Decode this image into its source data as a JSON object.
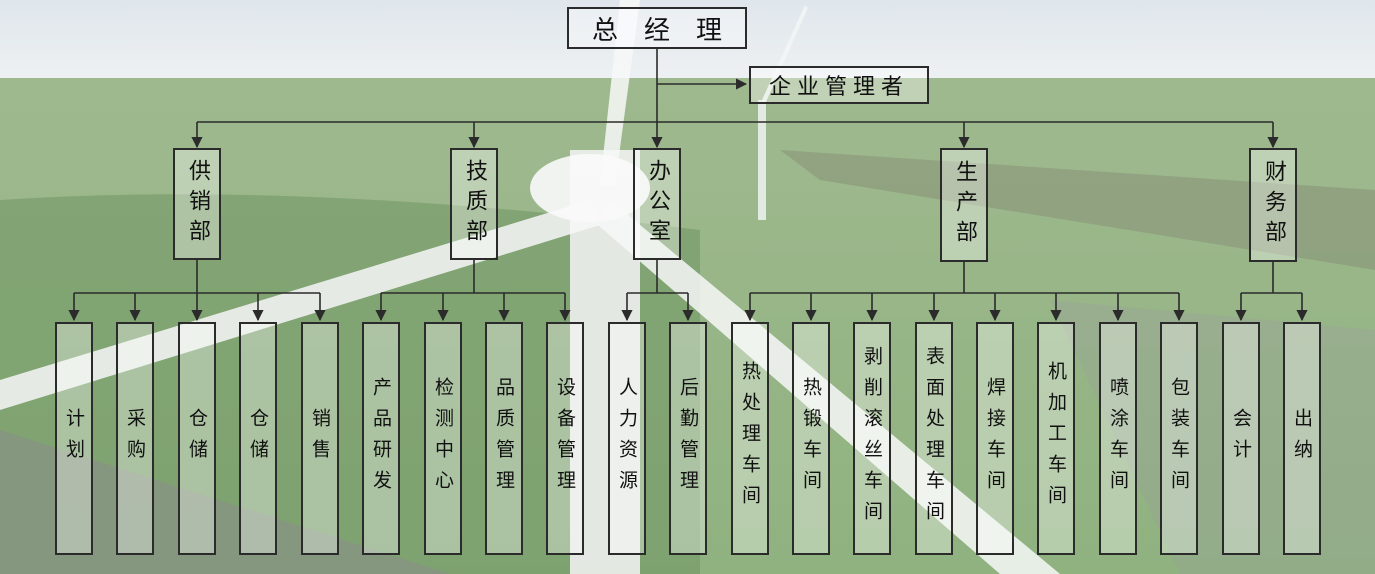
{
  "ceo": "总　经　理",
  "enterprise_manager": "企业管理者",
  "departments": [
    {
      "name": "供销部",
      "units": [
        "计划",
        "采购",
        "仓储",
        "仓储",
        "销售"
      ]
    },
    {
      "name": "技质部",
      "units": [
        "产品研发",
        "检测中心",
        "品质管理",
        "设备管理"
      ]
    },
    {
      "name": "办公室",
      "units": [
        "人力资源",
        "后勤管理"
      ]
    },
    {
      "name": "生产部",
      "units": [
        "热处理车间",
        "热锻车间",
        "剥削滚丝车间",
        "表面处理车间",
        "焊接车间",
        "机加工车间",
        "喷涂车间",
        "包装车间"
      ]
    },
    {
      "name": "财务部",
      "units": [
        "会计",
        "出纳"
      ]
    }
  ],
  "colors": {
    "line": "#2b2b2b",
    "sky": "#e9eef2",
    "field": "#7fa86a",
    "field_dark": "#4f7a46",
    "soil": "#8a8f8a"
  }
}
